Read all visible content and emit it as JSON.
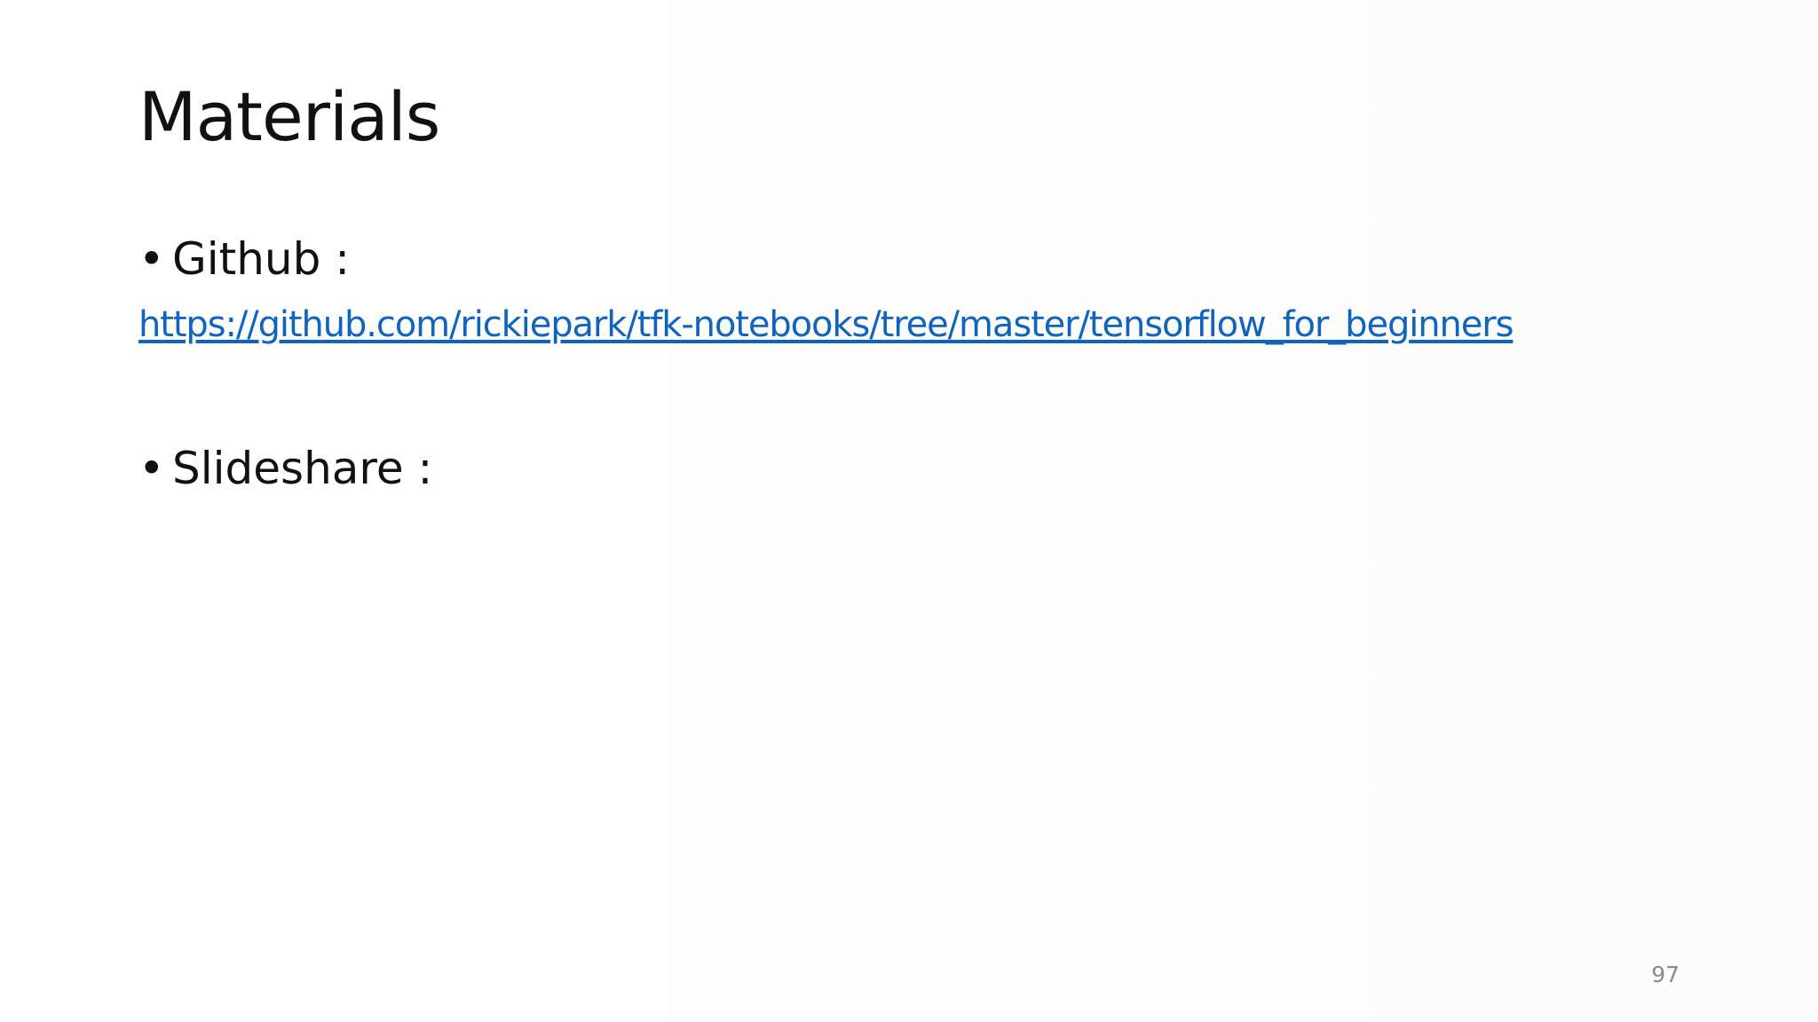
{
  "slide": {
    "title": "Materials",
    "bullets": [
      {
        "marker": "•",
        "label": "Github :"
      },
      {
        "marker": "•",
        "label": "Slideshare :"
      }
    ],
    "github_link": "https://github.com/rickiepark/tfk-notebooks/tree/master/tensorflow_for_beginners",
    "page_number": "97"
  },
  "colors": {
    "text": "#111111",
    "link": "#0f64c0",
    "page_number": "#8a8a8a",
    "background": "#ffffff"
  }
}
